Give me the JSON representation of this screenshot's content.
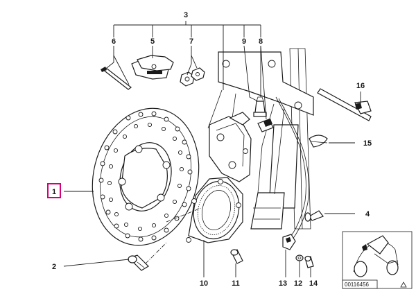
{
  "callouts": [
    {
      "id": "c1",
      "text": "1",
      "highlighted": true
    },
    {
      "id": "c2",
      "text": "2"
    },
    {
      "id": "c3",
      "text": "3"
    },
    {
      "id": "c4",
      "text": "4"
    },
    {
      "id": "c5",
      "text": "5"
    },
    {
      "id": "c6",
      "text": "6"
    },
    {
      "id": "c7",
      "text": "7"
    },
    {
      "id": "c8",
      "text": "8"
    },
    {
      "id": "c9",
      "text": "9"
    },
    {
      "id": "c10",
      "text": "10"
    },
    {
      "id": "c11",
      "text": "11"
    },
    {
      "id": "c12",
      "text": "12"
    },
    {
      "id": "c13",
      "text": "13"
    },
    {
      "id": "c14",
      "text": "14"
    },
    {
      "id": "c15",
      "text": "15"
    },
    {
      "id": "c16",
      "text": "16"
    }
  ],
  "drawing_number": "00116456",
  "highlight_color": "#d4007a"
}
